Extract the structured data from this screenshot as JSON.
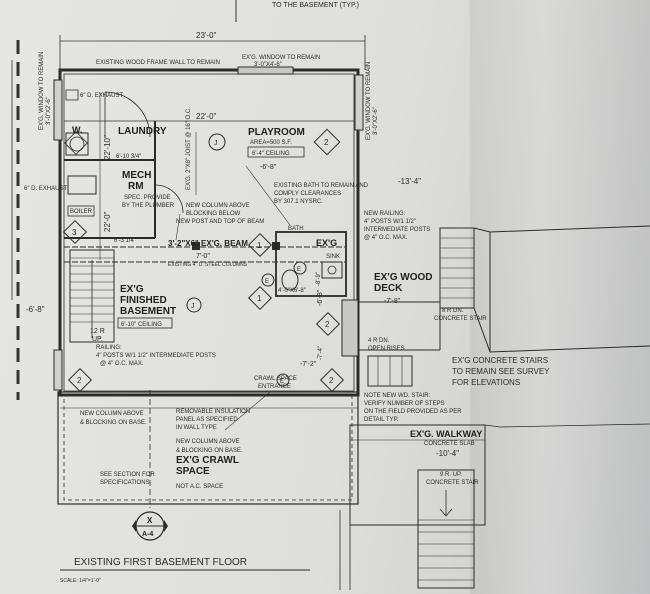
{
  "labels": {
    "top_note": "TO THE BASEMENT (TYP.)",
    "dim_width_top": "23'-0\"",
    "wall_frame": "EXISTING WOOD FRAME WALL TO REMAIN",
    "window_top": "EX'G. WINDOW TO REMAIN",
    "window_top_size": "3'-0\"X4'-6\"",
    "dim_width_inner": "22'-0\"",
    "exhaust_top": "6\" D. EXHAUST",
    "laundry": "LAUNDRY",
    "laundry_w": "W.",
    "dim_laundry": "6'-10 3/4\"",
    "mech_rm_1": "MECH",
    "mech_rm_2": "RM",
    "mech_spec_1": "SPEC. PROVIDE",
    "mech_spec_2": "BY THE PLUMBER",
    "exhaust_left": "6\" D. EXHAUST",
    "boiler": "BOILER",
    "dim_mech": "6'-3 1/4\"",
    "playroom": "PLAYROOM",
    "playroom_area": "AREA=500 S.F.",
    "playroom_ceiling": "6'-4\" CEILING",
    "joist": "EX'G. 2\"X8\" JOIST @ 16\" O.C.",
    "elev_playroom": "-6'-8\"",
    "bath_note_1": "EXISTING BATH TO REMAIN AND",
    "bath_note_2": "COMPLY CLEARANCES",
    "bath_note_3": "BY 307.1 NYSRC.",
    "column_note_1": "NEW COLUMN ABOVE",
    "column_note_2": "BLOCKING BELOW",
    "column_note_3": "NEW POST AND TOP OF BEAM",
    "dim_right_outer": "-13'-4\"",
    "window_left": "EX'G. WINDOW TO REMAIN",
    "window_left_size": "3'-0\"X2'-6\"",
    "window_right": "EX'G. WINDOW TO REMAIN",
    "window_right_size": "3'-0\"X2'-6\"",
    "dim_vert_top": "22'-10\"",
    "dim_vert_mid": "22'-0\"",
    "beam": "3'-2\"X6\" EX'G. BEAM",
    "beam_dim": "7'-0\"",
    "steel_columns": "EXISTING 4\" D. STEEL COLUMNS",
    "bath_label": "EX'G",
    "bath_label_2": "BATH",
    "sink": "SINK",
    "bath_dim": "4'-0\"X6'-8\"",
    "bath_elev": "-8'-9\"",
    "railing_right_1": "NEW RAILING:",
    "railing_right_2": "4\" POSTS W/1 1/2\"",
    "railing_right_3": "INTERMEDIATE POSTS",
    "railing_right_4": "@ 4\" O.C. MAX.",
    "deck_1": "EX'G WOOD",
    "deck_2": "DECK",
    "deck_elev": "-7'-8\"",
    "stair_8r": "8 R DN.",
    "concrete_stair": "CONCRETE STAIR",
    "finished_1": "EX'G",
    "finished_2": "FINISHED",
    "finished_3": "BASEMENT",
    "finished_ceiling": "6'-10\" CEILING",
    "dim_left_elev": "-6'-8\"",
    "stair_12r_1": "12 R",
    "stair_12r_2": "UP.",
    "railing_left_1": "RAILING:",
    "railing_left_2": "4\" POSTS W/1 1/2\" INTERMEDIATE POSTS",
    "railing_left_3": "@ 4\" O.C. MAX.",
    "elev_center": "-7'-2\"",
    "elev_wall": "-7'-4\"",
    "elev_right_wall": "-6'-8\"",
    "stair_4r_1": "4 R DN.",
    "stair_4r_2": "OPEN RISES",
    "concrete_stairs_1": "EX'G CONCRETE STAIRS",
    "concrete_stairs_2": "TO REMAIN SEE SURVEY",
    "concrete_stairs_3": "FOR ELEVATIONS",
    "wd_stair_1": "NOTE NEW WD. STAIR:",
    "wd_stair_2": "VERIFY NUMBER OF STEPS",
    "wd_stair_3": "ON THE FIELD PROVIDED AS PER",
    "wd_stair_4": "DETAIL TYP.",
    "walkway": "EX'G. WALKWAY",
    "slab": "CONCRETE SLAB",
    "slab_elev": "-10'-4\"",
    "stair_9r": "9 R. UP.",
    "concrete_stair_2": "CONCRETE STAIR",
    "crawl_space_entrance_1": "CRAWL SPACE",
    "crawl_space_entrance_2": "ENTRANCE",
    "column_below_1": "NEW COLUMN ABOVE",
    "column_below_2": "& BLOCKING ON BASE.",
    "insulation_1": "REMOVABLE INSULATION",
    "insulation_2": "PANEL AS SPECIFIED",
    "insulation_3": "IN WALL TYPE",
    "column_crawl_1": "NEW COLUMN ABOVE",
    "column_crawl_2": "& BLOCKING ON BASE.",
    "crawl_1": "EX'G CRAWL",
    "crawl_2": "SPACE",
    "crawl_note": "NOT A.C. SPACE",
    "section_note_1": "SEE SECTION FOR",
    "section_note_2": "SPECIFICATIONS",
    "section_top": "X",
    "section_bottom": "A-4",
    "drawing_title": "EXISTING FIRST BASEMENT FLOOR",
    "scale": "SCALE: 1/4\"=1'-0\""
  },
  "tags": {
    "j": "J",
    "e": "E",
    "one": "1",
    "two": "2",
    "three": "3"
  }
}
